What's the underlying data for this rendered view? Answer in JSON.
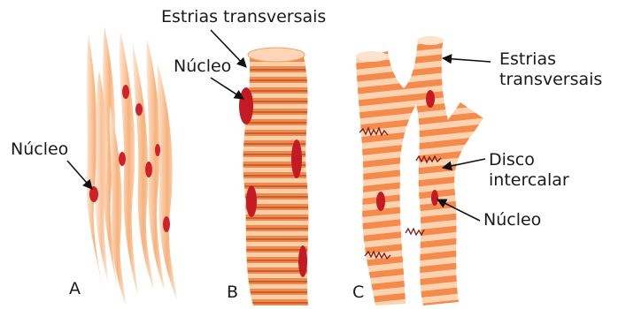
{
  "diagram": {
    "panels": {
      "a": "A",
      "b": "B",
      "c": "C"
    },
    "labels": {
      "estrias_top": "Estrias transversais",
      "nucleo_b": "Núcleo",
      "nucleo_a": "Núcleo",
      "estrias_c_line1": "Estrias",
      "estrias_c_line2": "transversais",
      "disco_line1": "Disco",
      "disco_line2": "intercalar",
      "nucleo_c": "Núcleo"
    },
    "colors": {
      "fiber_light": "#fbd3b0",
      "fiber_orange": "#f4874a",
      "fiber_mid": "#f7a868",
      "nucleus": "#d0202a",
      "disc_line": "#7a1a1a",
      "arrow": "#111111"
    }
  }
}
